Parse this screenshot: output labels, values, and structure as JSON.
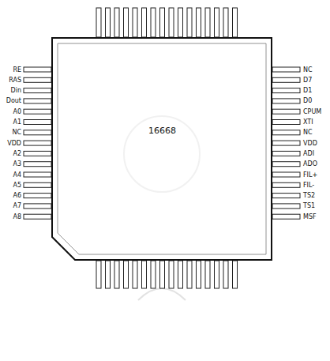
{
  "diagram": {
    "nodes": [
      {
        "text": [
          "16668"
        ]
      }
    ],
    "labels": [
      "RE",
      "RAS",
      "Din",
      "Dout",
      "A0",
      "A1",
      "NC",
      "VDD",
      "A2",
      "A3",
      "A4",
      "A5",
      "A6",
      "A7",
      "A8",
      "NC",
      "D7",
      "D1",
      "D0",
      "CPUM",
      "XTI",
      "NC",
      "VDD",
      "ADI",
      "ADO",
      "FIL+",
      "FIL-",
      "TS2",
      "TS1",
      "MSF"
    ]
  }
}
